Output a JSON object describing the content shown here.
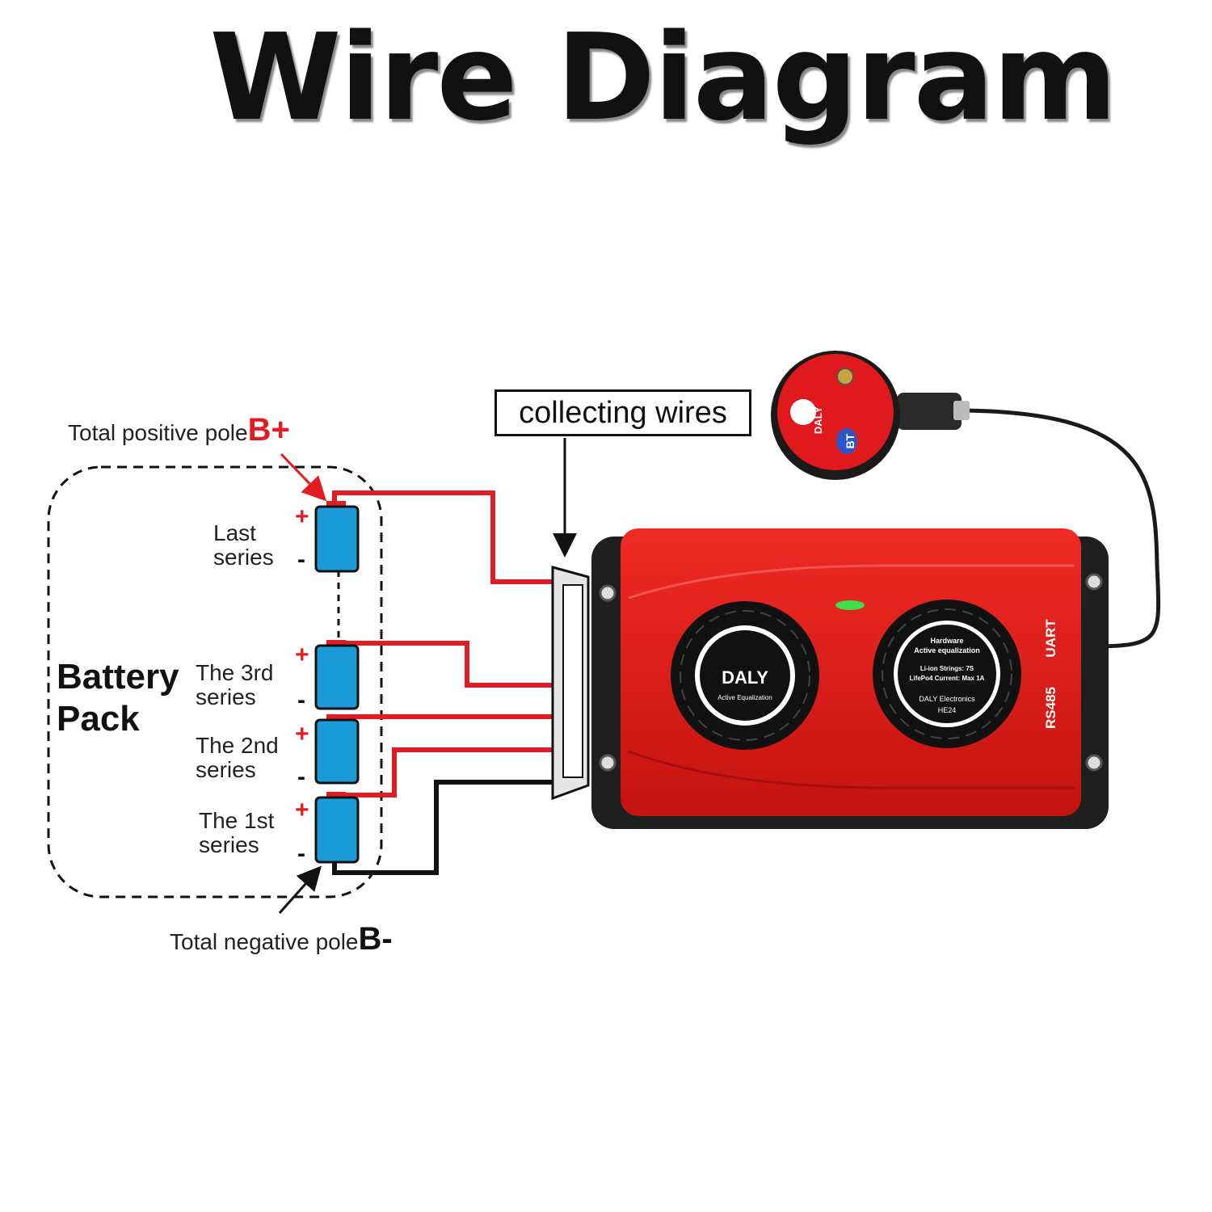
{
  "title": "Wire Diagram",
  "labels": {
    "total_positive": "Total positive pole",
    "total_positive_mark": "B+",
    "total_negative": "Total negative pole",
    "total_negative_mark": "B-",
    "battery_pack": [
      "Battery",
      "Pack"
    ],
    "collecting_wires": "collecting wires"
  },
  "cells": [
    {
      "name": [
        "Last",
        "series"
      ],
      "plus": "+",
      "minus": "-"
    },
    {
      "name": [
        "The 3rd",
        "series"
      ],
      "plus": "+",
      "minus": "-"
    },
    {
      "name": [
        "The 2nd",
        "series"
      ],
      "plus": "+",
      "minus": "-"
    },
    {
      "name": [
        "The 1st",
        "series"
      ],
      "plus": "+",
      "minus": "-"
    }
  ],
  "bms": {
    "brand": "DALY",
    "fan_left": {
      "brand": "DALY",
      "sub": "Active Equalization"
    },
    "fan_right": {
      "line1": "Hardware",
      "line2": "Active equalization",
      "spec1": "Li-ion  Strings: 7S",
      "spec2": "LifePo4  Current: Max 1A",
      "maker": "DALY Electronics",
      "model": "HE24"
    },
    "ports": [
      "UART",
      "RS485"
    ]
  },
  "bt_module": {
    "brand": "DALY",
    "badge": "BT"
  },
  "colors": {
    "wire_red": "#e31b23",
    "wire_black": "#111111",
    "bms_red": "#e0191c",
    "cell_blue": "#1a9ad6"
  }
}
